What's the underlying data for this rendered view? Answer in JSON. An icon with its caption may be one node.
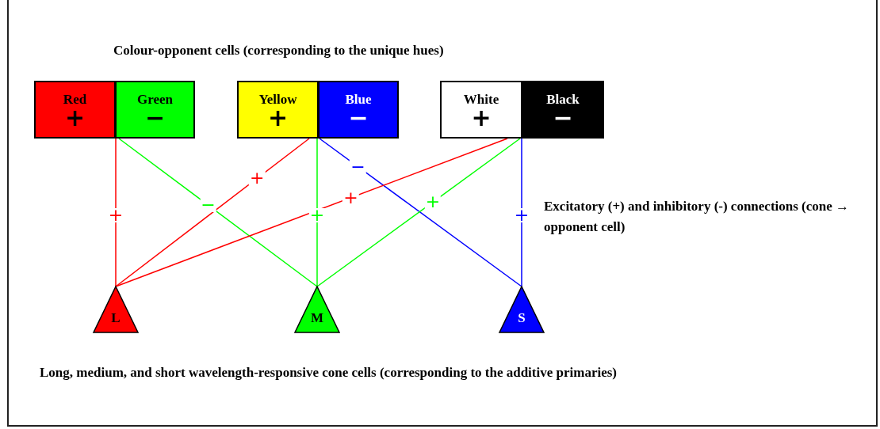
{
  "diagram": {
    "title": "Colour-opponent cells (corresponding to the unique hues)",
    "caption": "Long, medium, and short wavelength-responsive cone cells (corresponding to the additive primaries)",
    "nodes": [
      {
        "text": [
          "Red",
          "+"
        ]
      },
      {
        "text": [
          "Green",
          "−"
        ]
      },
      {
        "text": [
          "Yellow",
          "+"
        ]
      },
      {
        "text": [
          "Blue",
          "−"
        ]
      },
      {
        "text": [
          "White",
          "+"
        ]
      },
      {
        "text": [
          "Black",
          "−"
        ]
      },
      {
        "text": [
          "L"
        ]
      },
      {
        "text": [
          "M"
        ]
      },
      {
        "text": [
          "S"
        ]
      }
    ],
    "edges": [
      {
        "from": 6,
        "to": 0,
        "arrow": "none",
        "label": "+",
        "color": "#ff0000"
      },
      {
        "from": 7,
        "to": 1,
        "arrow": "none",
        "label": "−",
        "color": "#00ff00"
      },
      {
        "from": 6,
        "to": 2,
        "arrow": "none",
        "label": "+",
        "color": "#ff0000"
      },
      {
        "from": 7,
        "to": 2,
        "arrow": "none",
        "label": "+",
        "color": "#00ff00"
      },
      {
        "from": 8,
        "to": 3,
        "arrow": "none",
        "label": "−",
        "color": "#0000ff"
      },
      {
        "from": 6,
        "to": 4,
        "arrow": "none",
        "label": "+",
        "color": "#ff0000"
      },
      {
        "from": 7,
        "to": 4,
        "arrow": "none",
        "label": "+",
        "color": "#00ff00"
      },
      {
        "from": 8,
        "to": 4,
        "arrow": "none",
        "label": "+",
        "color": "#0000ff"
      }
    ],
    "labels": [
      "Excitatory (+) and inhibitory (-) connections (cone → opponent cell)"
    ]
  }
}
